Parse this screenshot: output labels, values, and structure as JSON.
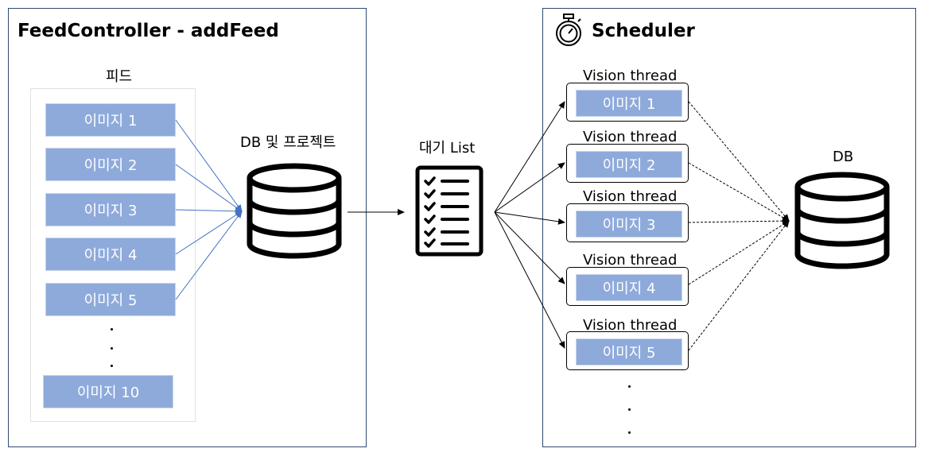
{
  "left_panel": {
    "title": "FeedController - addFeed",
    "feed_label": "피드",
    "images": [
      "이미지 1",
      "이미지 2",
      "이미지 3",
      "이미지 4",
      "이미지 5",
      "이미지 10"
    ],
    "ellipsis": "..."
  },
  "db_project_label": "DB 및 프로젝트",
  "wait_list_label": "대기 List",
  "right_panel": {
    "title": "Scheduler",
    "threads": [
      {
        "label": "Vision thread",
        "image": "이미지 1"
      },
      {
        "label": "Vision thread",
        "image": "이미지 2"
      },
      {
        "label": "Vision thread",
        "image": "이미지 3"
      },
      {
        "label": "Vision thread",
        "image": "이미지 4"
      },
      {
        "label": "Vision thread",
        "image": "이미지 5"
      }
    ],
    "db_label": "DB",
    "ellipsis": "..."
  },
  "colors": {
    "panel_border": "#2f4a6b",
    "image_fill": "#8eaadb",
    "feed_arrow": "#4472c4",
    "dashed_arrow": "#000000"
  },
  "icons": [
    "database-icon",
    "checklist-icon",
    "stopwatch-icon"
  ]
}
